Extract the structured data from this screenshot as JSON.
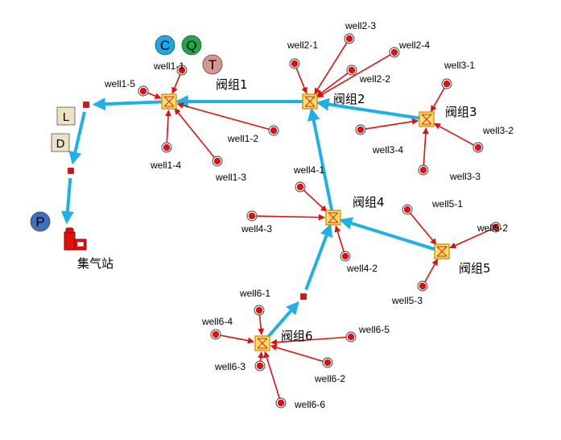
{
  "colors": {
    "trunk": "#1fb0e6",
    "branch": "#e01010",
    "valve_fill": "#ffe066",
    "valve_border": "#d08000",
    "valve_cross": "#e02020",
    "well_fill": "#e01010",
    "station": "#e01010",
    "badge_c": "#1aa8e8",
    "badge_q": "#1ea84a",
    "badge_t": "#d99690",
    "badge_p": "#3f6fbf",
    "box_fill": "#ece2c6"
  },
  "badges": {
    "c": "C",
    "q": "Q",
    "t": "T",
    "p": "P",
    "l": "L",
    "d": "D"
  },
  "station": {
    "label": "集气站"
  },
  "valves": [
    {
      "id": "v1",
      "label": "阀组1"
    },
    {
      "id": "v2",
      "label": "阀组2"
    },
    {
      "id": "v3",
      "label": "阀组3"
    },
    {
      "id": "v4",
      "label": "阀组4"
    },
    {
      "id": "v5",
      "label": "阀组5"
    },
    {
      "id": "v6",
      "label": "阀组6"
    }
  ],
  "wells": [
    {
      "id": "well1-1",
      "label": "well1-1",
      "valve": "v1"
    },
    {
      "id": "well1-2",
      "label": "well1-2",
      "valve": "v1"
    },
    {
      "id": "well1-3",
      "label": "well1-3",
      "valve": "v1"
    },
    {
      "id": "well1-4",
      "label": "well1-4",
      "valve": "v1"
    },
    {
      "id": "well1-5",
      "label": "well1-5",
      "valve": "v1"
    },
    {
      "id": "well2-1",
      "label": "well2-1",
      "valve": "v2"
    },
    {
      "id": "well2-2",
      "label": "well2-2",
      "valve": "v2"
    },
    {
      "id": "well2-3",
      "label": "well2-3",
      "valve": "v2"
    },
    {
      "id": "well2-4",
      "label": "well2-4",
      "valve": "v2"
    },
    {
      "id": "well3-1",
      "label": "well3-1",
      "valve": "v3"
    },
    {
      "id": "well3-2",
      "label": "well3-2",
      "valve": "v3"
    },
    {
      "id": "well3-3",
      "label": "well3-3",
      "valve": "v3"
    },
    {
      "id": "well3-4",
      "label": "well3-4",
      "valve": "v3"
    },
    {
      "id": "well4-1",
      "label": "well4-1",
      "valve": "v4"
    },
    {
      "id": "well4-2",
      "label": "well4-2",
      "valve": "v4"
    },
    {
      "id": "well4-3",
      "label": "well4-3",
      "valve": "v4"
    },
    {
      "id": "well5-1",
      "label": "well5-1",
      "valve": "v5"
    },
    {
      "id": "well5-2",
      "label": "well5-2",
      "valve": "v5"
    },
    {
      "id": "well5-3",
      "label": "well5-3",
      "valve": "v5"
    },
    {
      "id": "well6-1",
      "label": "well6-1",
      "valve": "v6"
    },
    {
      "id": "well6-2",
      "label": "well6-2",
      "valve": "v6"
    },
    {
      "id": "well6-3",
      "label": "well6-3",
      "valve": "v6"
    },
    {
      "id": "well6-4",
      "label": "well6-4",
      "valve": "v6"
    },
    {
      "id": "well6-5",
      "label": "well6-5",
      "valve": "v6"
    },
    {
      "id": "well6-6",
      "label": "well6-6",
      "valve": "v6"
    }
  ]
}
